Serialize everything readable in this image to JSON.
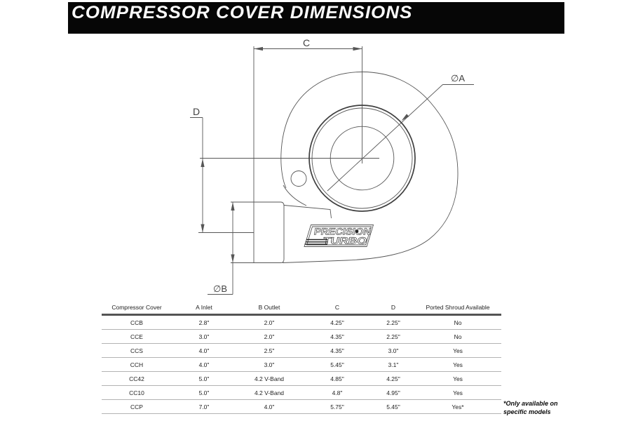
{
  "header": {
    "title": "COMPRESSOR COVER DIMENSIONS"
  },
  "drawing": {
    "labels": {
      "dim_c": "C",
      "dim_d": "D",
      "dia_a": "∅A",
      "dia_b": "∅B"
    },
    "logo": {
      "line1": "PRECISION",
      "line2": "TURBO"
    }
  },
  "table": {
    "columns": [
      "Compressor Cover",
      "A Inlet",
      "B Outlet",
      "C",
      "D",
      "Ported Shroud Available"
    ],
    "rows": [
      {
        "cover": "CCB",
        "a_inlet": "2.8\"",
        "b_outlet": "2.0\"",
        "c": "4.25\"",
        "d": "2.25\"",
        "ported": "No"
      },
      {
        "cover": "CCE",
        "a_inlet": "3.0\"",
        "b_outlet": "2.0\"",
        "c": "4.35\"",
        "d": "2.25\"",
        "ported": "No"
      },
      {
        "cover": "CCS",
        "a_inlet": "4.0\"",
        "b_outlet": "2.5\"",
        "c": "4.35\"",
        "d": "3.0\"",
        "ported": "Yes"
      },
      {
        "cover": "CCH",
        "a_inlet": "4.0\"",
        "b_outlet": "3.0\"",
        "c": "5.45\"",
        "d": "3.1\"",
        "ported": "Yes"
      },
      {
        "cover": "CC42",
        "a_inlet": "5.0\"",
        "b_outlet": "4.2 V-Band",
        "c": "4.85\"",
        "d": "4.25\"",
        "ported": "Yes"
      },
      {
        "cover": "CC10",
        "a_inlet": "5.0\"",
        "b_outlet": "4.2 V-Band",
        "c": "4.8\"",
        "d": "4.95\"",
        "ported": "Yes"
      },
      {
        "cover": "CCP",
        "a_inlet": "7.0\"",
        "b_outlet": "4.0\"",
        "c": "5.75\"",
        "d": "5.45\"",
        "ported": "Yes*"
      }
    ],
    "footnote_line1": "*Only available on",
    "footnote_line2": "specific models"
  },
  "colors": {
    "accent_red": "#C8202B",
    "banner_bg": "#060606",
    "cad_line": "#565656"
  }
}
